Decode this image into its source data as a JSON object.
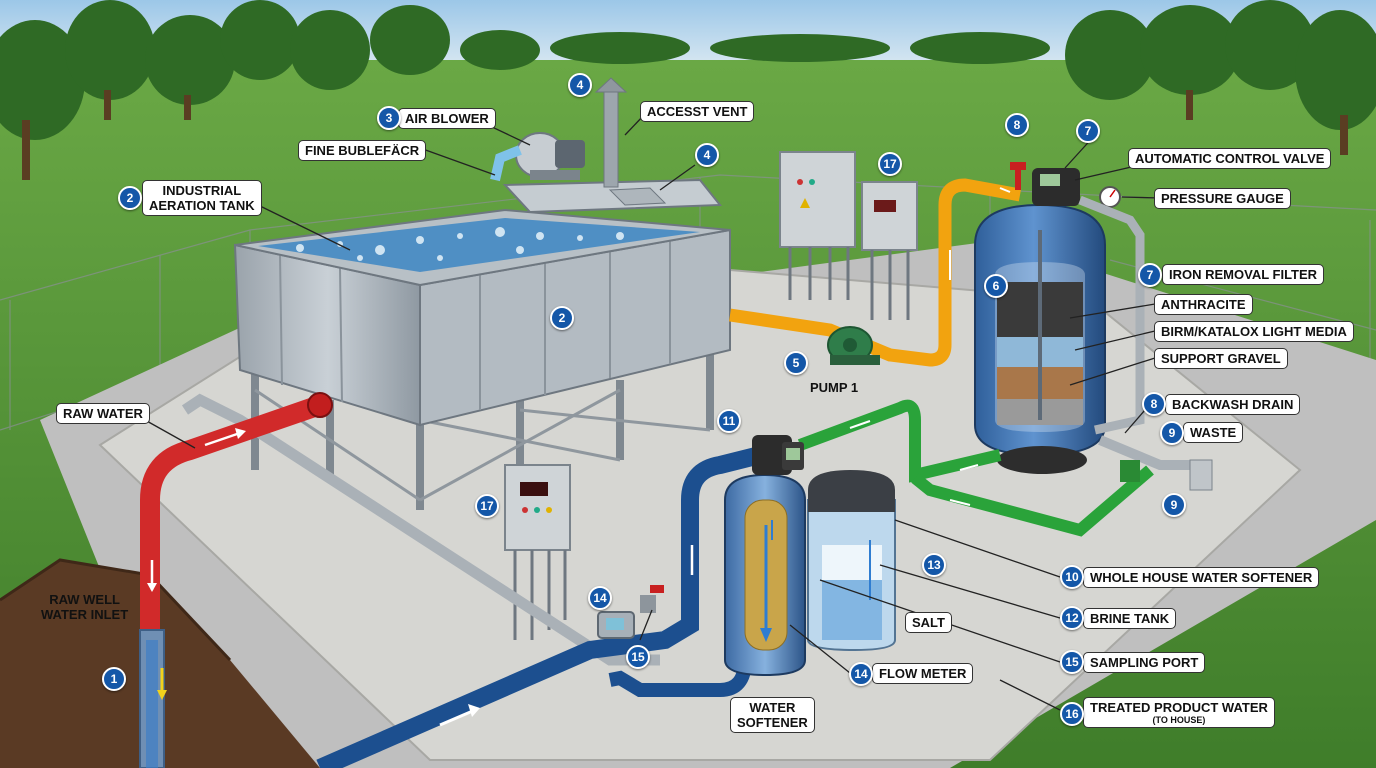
{
  "labels": {
    "air_blower": "AIR BLOWER",
    "accesst_vent": "ACCESST VENT",
    "fine_bubble": "FINE BUBLEFÄCR",
    "industrial_tank_line1": "INDUSTRIAL",
    "industrial_tank_line2": "AERATION TANK",
    "raw_water": "RAW WATER",
    "raw_well_line1": "RAW WELL",
    "raw_well_line2": "WATER INLET",
    "pump": "PUMP 1",
    "automatic_control_valve": "AUTOMATIC CONTROL VALVE",
    "pressure_gauge": "PRESSURE GAUGE",
    "iron_removal_filter": "IRON REMOVAL FILTER",
    "anthracite": "ANTHRACITE",
    "birm": "BIRM/KATALOX LIGHT MEDIA",
    "support_gravel": "SUPPORT GRAVEL",
    "backwash_drain": "BACKWASH DRAIN",
    "waste": "WASTE",
    "whole_house_softener": "WHOLE HOUSE WATER SOFTENER",
    "brine_tank": "BRINE TANK",
    "salt": "SALT",
    "sampling_port": "SAMPLING PORT",
    "flow_meter": "FLOW METER",
    "treated_product_water": "TREATED PRODUCT WATER",
    "to_house": "(TO HOUSE)",
    "water_softener_line1": "WATER",
    "water_softener_line2": "SOFTENER"
  },
  "badges": {
    "b1": "1",
    "b2a": "2",
    "b2b": "2",
    "b3": "3",
    "b4a": "4",
    "b4b": "4",
    "b5": "5",
    "b6": "6",
    "b7a": "7",
    "b7b": "7",
    "b8a": "8",
    "b8b": "8",
    "b9a": "9",
    "b9b": "9",
    "b10": "10",
    "b11": "11",
    "b12": "12",
    "b13": "13",
    "b14a": "14",
    "b14b": "14",
    "b15a": "15",
    "b15b": "15",
    "b16": "16",
    "b17a": "17",
    "b17b": "17"
  },
  "colors": {
    "raw_pipe": "#d12a2a",
    "pump_pipe": "#f2a30f",
    "softener_pipe": "#2aa33a",
    "product_pipe": "#1c4f8f",
    "badge": "#1457a8",
    "grass": "#5c9a3a"
  }
}
